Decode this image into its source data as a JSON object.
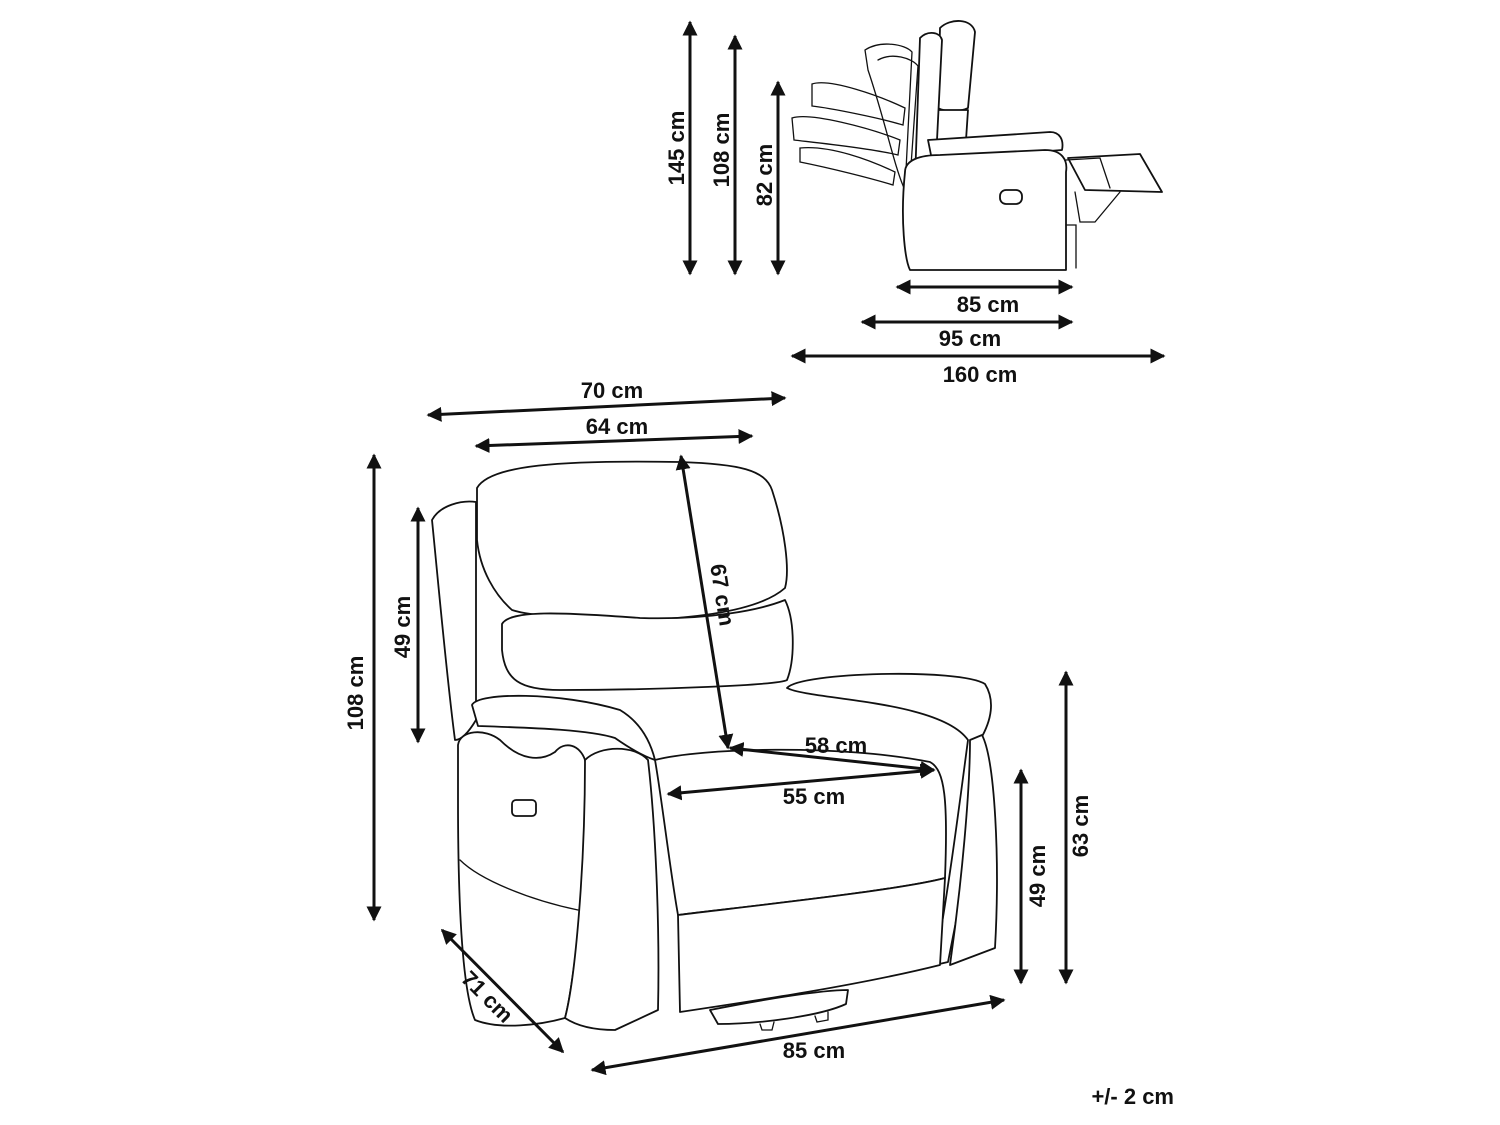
{
  "side_view": {
    "heights": {
      "overall": "145 cm",
      "upright": "108 cm",
      "reclined": "82 cm"
    },
    "depths": {
      "upright": "85 cm",
      "reclined": "95 cm",
      "fully_extended": "160 cm"
    }
  },
  "front_view": {
    "width_outer": "70 cm",
    "width_backrest": "64 cm",
    "backrest_height": "67 cm",
    "height_left_total": "108 cm",
    "armrest_back_height": "49 cm",
    "seat_depth": "58 cm",
    "seat_width": "55 cm",
    "seat_height": "49 cm",
    "armrest_height": "63 cm",
    "depth": "71 cm",
    "width_bottom": "85 cm"
  },
  "tolerance": "+/- 2 cm"
}
